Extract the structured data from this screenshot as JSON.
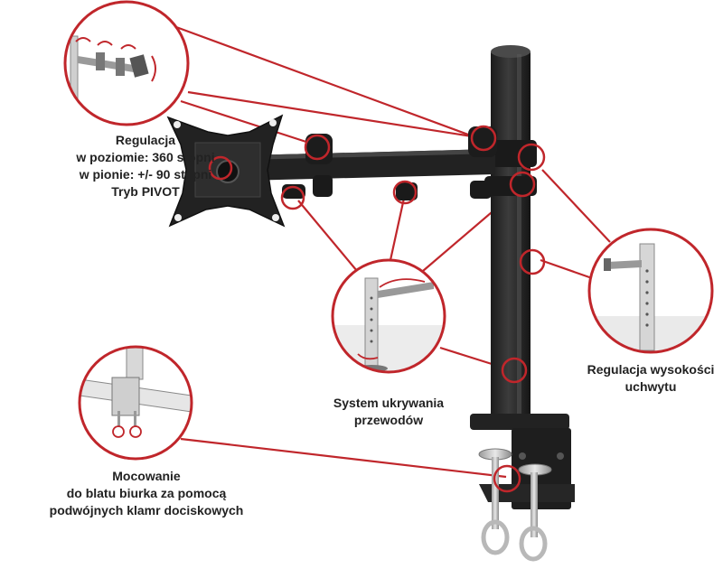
{
  "labels": {
    "rotation": [
      "Regulacja",
      "w poziomie: 360 stopni",
      "w pionie: +/- 90 stopni",
      "Tryb PIVOT"
    ],
    "cable": [
      "System ukrywania",
      "przewodów"
    ],
    "height": [
      "Regulacja wysokości",
      "uchwytu"
    ],
    "mount": [
      "Mocowanie",
      "do blatu biurka za pomocą",
      "podwójnych klamr dociskowych"
    ]
  },
  "colors": {
    "callout": "#c0262b",
    "metal": "#2a2a2a",
    "text": "#222222"
  }
}
